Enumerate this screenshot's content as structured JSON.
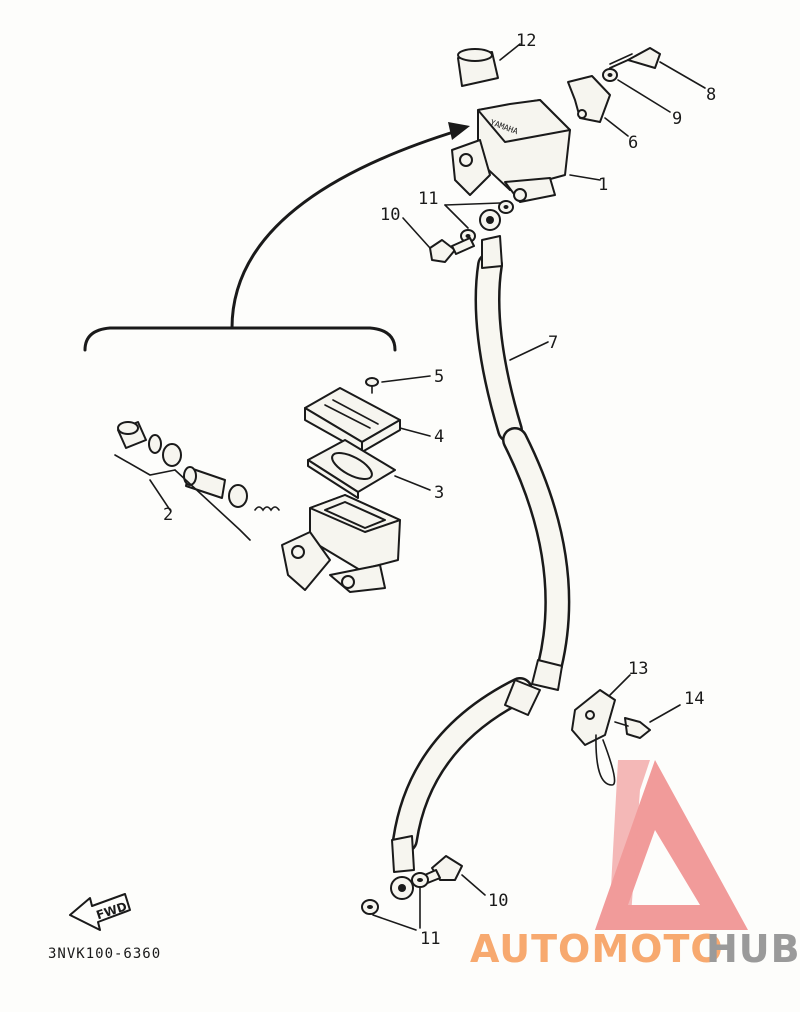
{
  "diagram": {
    "callouts": {
      "c1": "1",
      "c2": "2",
      "c3": "3",
      "c4": "4",
      "c5": "5",
      "c6": "6",
      "c7": "7",
      "c8": "8",
      "c9": "9",
      "c10a": "10",
      "c10b": "10",
      "c11a": "11",
      "c11b": "11",
      "c12": "12",
      "c13": "13",
      "c14": "14"
    },
    "fwd_label": "FWD",
    "drawing_code": "3NVK100-6360"
  },
  "watermark": {
    "text_part1": "AUTOMOTO",
    "text_part2": "HUB",
    "colors": {
      "triangle": "#f08a8a",
      "text_orange": "#f7a96f",
      "text_gray": "#9a9a9a"
    }
  }
}
